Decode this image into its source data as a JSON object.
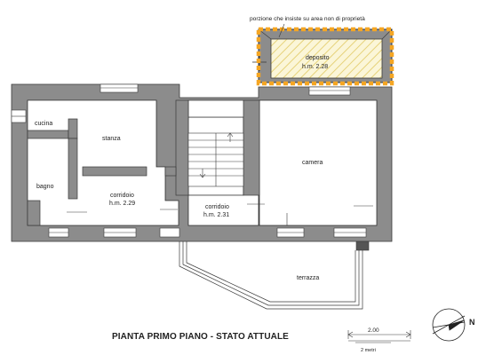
{
  "title": "PIANTA PRIMO PIANO - STATO ATTUALE",
  "note": "porzione che insiste su area non di proprietà",
  "rooms": {
    "cucina": "cucina",
    "stanza": "stanza",
    "bagno": "bagno",
    "corridoio1": "corridoio",
    "corridoio1_hm": "h.m. 2.29",
    "corridoio2": "corridoio",
    "corridoio2_hm": "h.m. 2.31",
    "camera": "camera",
    "deposito": "deposito",
    "deposito_hm": "h.m. 2.28",
    "terrazza": "terrazza"
  },
  "scale": {
    "value": "2.00",
    "unit": "2 metri"
  },
  "north": "N",
  "colors": {
    "wall": "#8c8c8c",
    "wall_stroke": "#3a3a3a",
    "highlight": "#f5a623",
    "hatch": "#e6d27a"
  }
}
